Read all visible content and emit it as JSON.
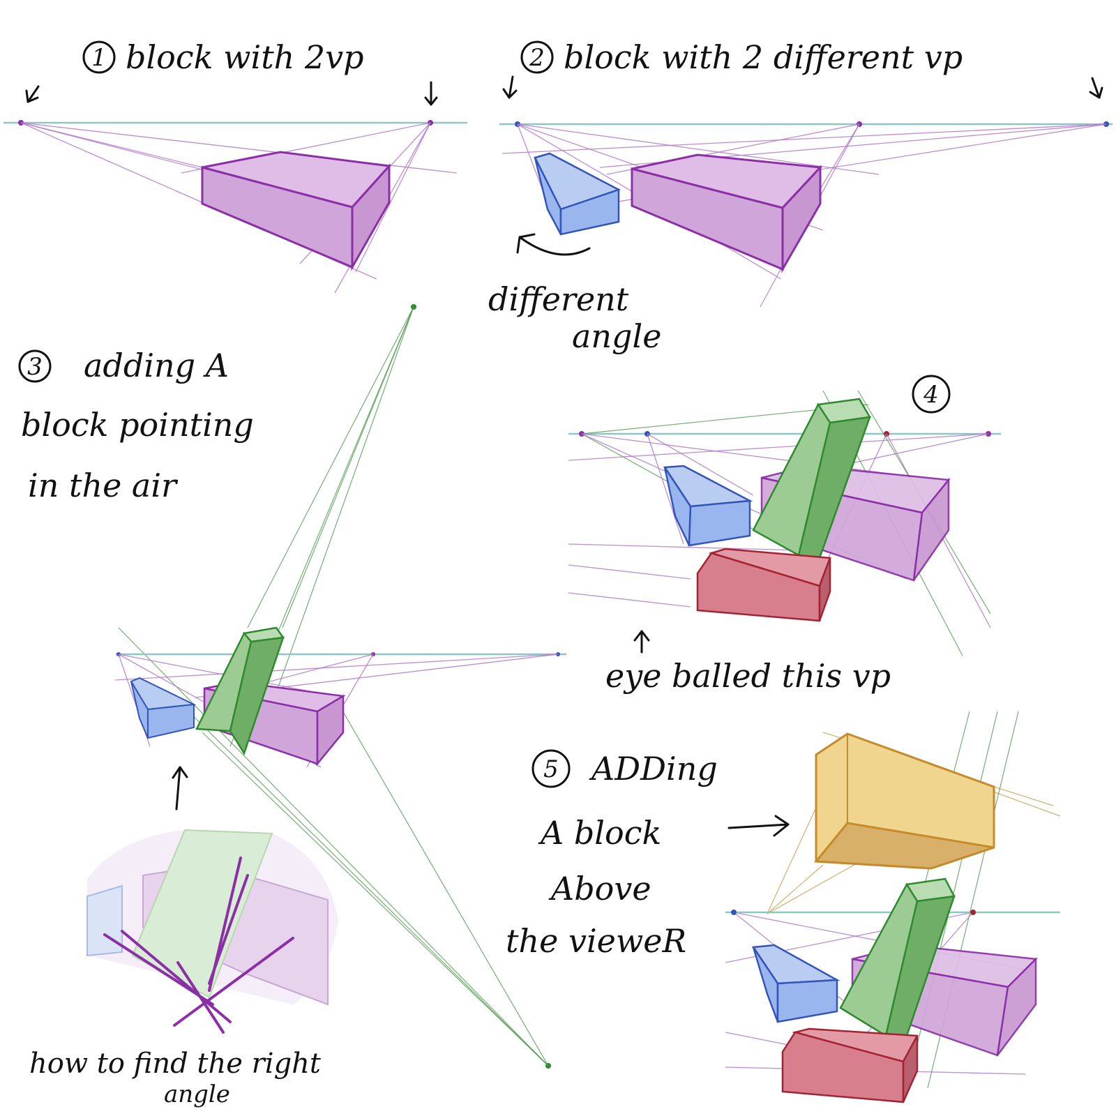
{
  "labels": {
    "step1": "block with 2vp",
    "step1_num": "1",
    "step2": "block with 2 different vp",
    "step2_num": "2",
    "different_angle_1": "different",
    "different_angle_2": "angle",
    "step3_line1": "adding A",
    "step3_line2": "block pointing",
    "step3_line3": "in the air",
    "step3_num": "3",
    "step4_num": "4",
    "eyeballed": "eye balled this vp",
    "step5_line1": "ADDing",
    "step5_line2": "A block",
    "step5_line3": "Above",
    "step5_line4": "the vieweR",
    "step5_num": "5",
    "right_angle_1": "how to find the right",
    "right_angle_2": "angle"
  },
  "colors": {
    "purple_fill": "#d0a6da",
    "purple_top": "#dfbde6",
    "purple_stroke": "#8a2fa6",
    "blue_fill": "#9ab6ef",
    "blue_top": "#b9cdf3",
    "blue_stroke": "#3354b8",
    "green_fill": "#9ccc94",
    "green_dark": "#6fae66",
    "green_stroke": "#2e8a2e",
    "red_fill": "#d77f8c",
    "red_dark": "#b8606d",
    "red_stroke": "#a32333",
    "orange_fill": "#efd58e",
    "orange_dark": "#d8b06a",
    "orange_stroke": "#c78a2a",
    "horizon": "#8fc6c4"
  }
}
